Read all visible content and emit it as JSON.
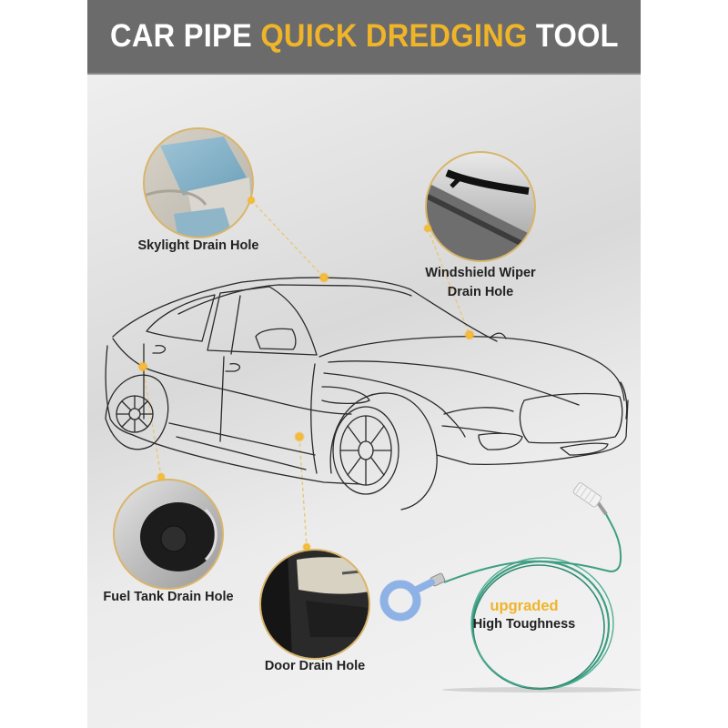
{
  "header": {
    "title_prefix": "CAR PIPE ",
    "title_highlight": "QUICK DREDGING",
    "title_suffix": " TOOL",
    "background": "#6b6b6b",
    "highlight_color": "#f0b429"
  },
  "callouts": [
    {
      "id": "skylight",
      "label": "Skylight Drain Hole"
    },
    {
      "id": "windshield",
      "label_line1": "Windshield Wiper",
      "label_line2": "Drain Hole"
    },
    {
      "id": "fuel",
      "label": "Fuel Tank Drain Hole"
    },
    {
      "id": "door",
      "label": "Door Drain Hole"
    }
  ],
  "tool": {
    "badge_top": "upgraded",
    "badge_bottom": "High Toughness",
    "wire_color": "#3f9e82",
    "ring_color": "#8fb2e6"
  },
  "accent_dot_color": "#f2b632"
}
